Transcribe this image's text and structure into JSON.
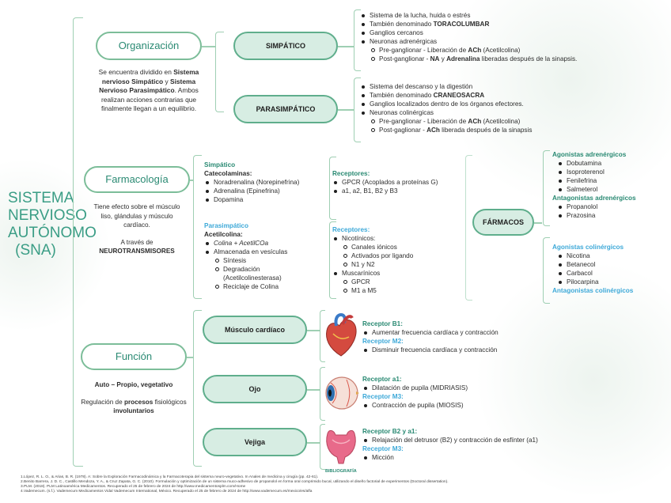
{
  "title": "SISTEMA NERVIOSO AUTÓNOMO (SNA)",
  "organizacion": {
    "label": "Organización",
    "desc_parts": [
      "Se encuentra dividido en ",
      "Sistema nervioso Simpático",
      " y ",
      "Sistema Nervioso Parasimpático",
      ". Ambos realizan acciones contrarias que finalmente llegan a un equilibrio."
    ]
  },
  "simpatico": {
    "label": "SIMPÁTICO",
    "items": [
      "Sistema de la lucha, huida o estrés",
      "También denominado ",
      "TORACOLUMBAR",
      "Ganglios cercanos",
      "Neuronas adrenérgicas"
    ],
    "sub": [
      {
        "pre": "Pre-ganglionar - Liberación de ",
        "bold": "ACh",
        "post": " (Acetilcolina)"
      },
      {
        "pre": "Post-ganglionar - ",
        "bold": "NA",
        "mid": " y ",
        "bold2": "Adrenalina",
        "post": " liberadas después de la sinapsis."
      }
    ]
  },
  "parasimpatico": {
    "label": "PARASIMPÁTICO",
    "items": [
      "Sistema del descanso y la digestión",
      "También denominado ",
      "CRANEOSACRA",
      "Ganglios localizados dentro de los órganos efectores.",
      "Neuronas colinérgicas"
    ],
    "sub": [
      {
        "pre": "Pre-ganglionar - Liberación de ",
        "bold": "ACh",
        "post": " (Acetilcolina)"
      },
      {
        "pre": "Post-gaglionar - ",
        "bold": "ACh",
        "post": " liberada después de la sinapsis"
      }
    ]
  },
  "farmacologia": {
    "label": "Farmacología",
    "desc1": "Tiene efecto sobre el músculo liso, glándulas y músculo cardíaco.",
    "desc2": "A través de",
    "desc3": "NEUROTRANSMISORES",
    "simp_title": "Simpático",
    "cat_label": "Catecolaminas:",
    "cat_items": [
      "Noradrenalina (Norepinefrina)",
      "Adrenalina (Epinefrina)",
      "Dopamina"
    ],
    "para_title": "Parasimpático",
    "acet_label": "Acetilcolina:",
    "acet_items": [
      "Colina + AcetilCOa",
      "Almacenada en vesículas"
    ],
    "acet_sub": [
      "Síntesis",
      "Degradación (Acetilcolinesterasa)",
      "Reciclaje de Colina"
    ],
    "rec1_title": "Receptores:",
    "rec1_items": [
      "GPCR (Acoplados a proteínas G)",
      "a1, a2, B1, B2 y B3"
    ],
    "rec2_title": "Receptores:",
    "rec2_nic": "Nicotínicos:",
    "rec2_nic_sub": [
      "Canales iónicos",
      "Activados por ligando",
      "N1 y N2"
    ],
    "rec2_mus": "Muscarínicos",
    "rec2_mus_sub": [
      "GPCR",
      "M1 a M5"
    ],
    "farmacos": "FÁRMACOS",
    "ag_adr_title": "Agonistas adrenérgicos",
    "ag_adr": [
      "Dobutamina",
      "Isoproterenol",
      "Fenilefrina",
      "Salmeterol"
    ],
    "ant_adr_title": "Antagonistas adrenérgicos",
    "ant_adr": [
      "Propanolol",
      "Prazosina"
    ],
    "ag_col_title": "Agonistas colinérgicos",
    "ag_col": [
      "Nicotina",
      "Betanecol",
      "Carbacol",
      "Pilocarpina"
    ],
    "ant_col_title": "Antagonistas colinérgicos"
  },
  "funcion": {
    "label": "Función",
    "desc1": "Auto – Propio, vegetativo",
    "desc2_parts": [
      "Regulación de ",
      "procesos",
      " fisiológicos ",
      "involuntarios"
    ],
    "musculo": {
      "label": "Músculo cardíaco",
      "r1": "Receptor B1:",
      "r1_item": "Aumentar frecuencia cardíaca y contracción",
      "r2": "Receptor M2:",
      "r2_item": "Disminuir frecuencia cardíaca y contracción"
    },
    "ojo": {
      "label": "Ojo",
      "r1": "Receptor a1:",
      "r1_item": "Dilatación de pupila (MIDRIASIS)",
      "r2": "Receptor M3:",
      "r2_item": "Contracción de pupila (MIOSIS)"
    },
    "vejiga": {
      "label": "Vejiga",
      "r1": "Receptor B2 y a1:",
      "r1_item": "Relajación del detrusor (B2) y contracción de esfínter (a1)",
      "r2": "Receptor M3:",
      "r2_item": "Micción"
    }
  },
  "bibliografia": {
    "title": "BIBLIOGRAFÍA",
    "refs": [
      "1.López, R. L. O., & Arias, B. R. (1978). A: Sobre la Exploración Farmacodinámica y la Farmacoterapia del sistema neuro-vegetativo. In Anales de medicina y cirugía (pp. 42-61).",
      "2.Benito Barrera, J. D. C., Castillo Mendoza, Y. A., & Cruz Zapata, G. C. (2010). Formulación y optimización de un sistema muco-adhesivo de propanolol en forma oral comprimido bucal, utilizando el diseño factorial de experimentos (Doctoral dissertation).",
      "3.PLM. (2018). PLM Latinoamérica Medicamentos. Recuperado el 25 de febrero de 2024 de http://www.medicamentosplm.com/Home",
      "4.Vademecum. (s.f.). Vademecum Medicamentos Vidal Vademecum International, México. Recuperado el 25 de febrero de 2024 de http://www.vademecum.es/mexico/es/alfa"
    ]
  }
}
